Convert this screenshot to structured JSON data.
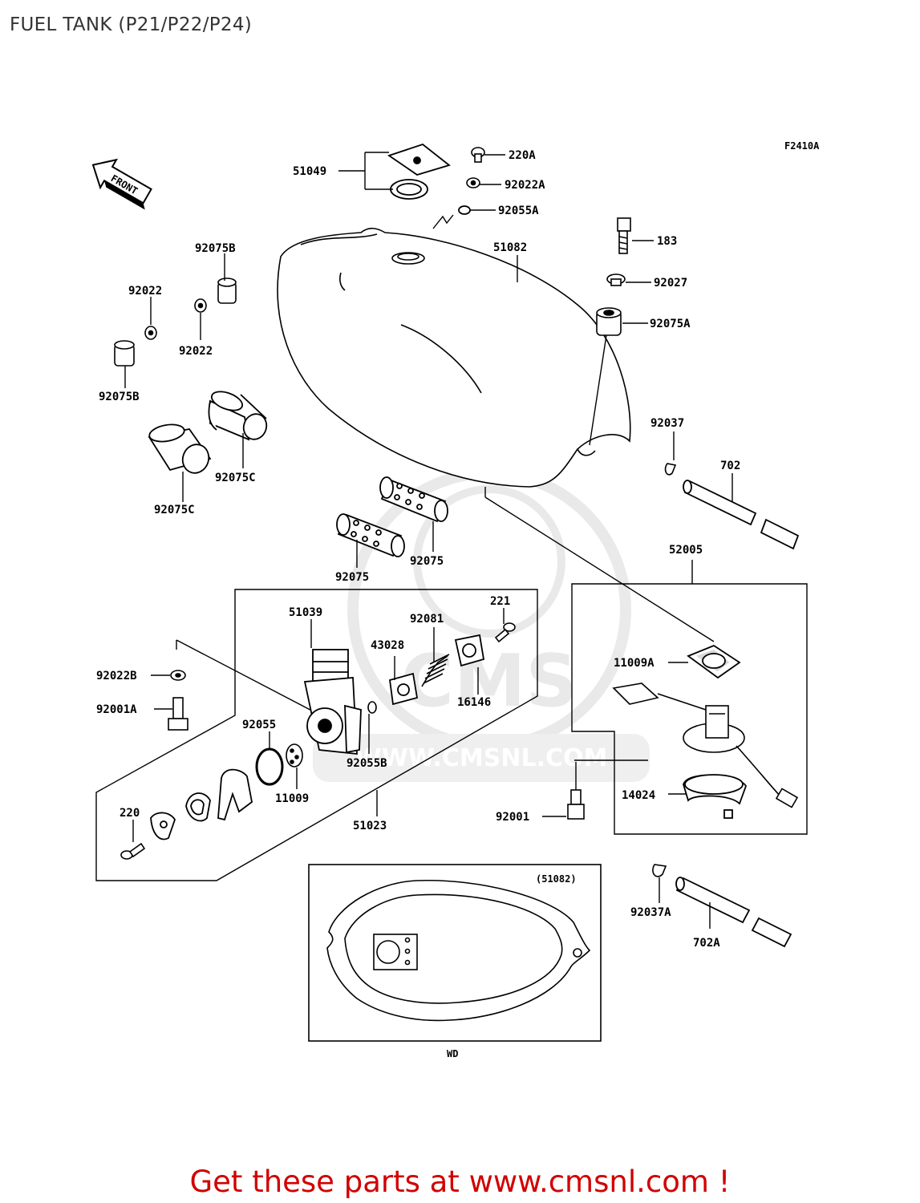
{
  "title": "FUEL TANK (P21/P22/P24)",
  "figure_code": "F2410A",
  "front_label": "FRONT",
  "watermark": "WWW.CMSNL.COM",
  "inset_ref": "(51082)",
  "inset_caption": "WD",
  "promo": "Get these parts at www.cmsnl.com !",
  "parts": {
    "p51049": "51049",
    "p220A": "220A",
    "p92022A": "92022A",
    "p92055A": "92055A",
    "p51082": "51082",
    "p183": "183",
    "p92027": "92027",
    "p92075A": "92075A",
    "p92075B_top": "92075B",
    "p92022_l": "92022",
    "p92022_r": "92022",
    "p92075B_low": "92075B",
    "p92075C_r": "92075C",
    "p92075C_l": "92075C",
    "p92075_r": "92075",
    "p92075_l": "92075",
    "p92037": "92037",
    "p702": "702",
    "p52005": "52005",
    "p11009A": "11009A",
    "p14024": "14024",
    "p92001": "92001",
    "p51039": "51039",
    "p92081": "92081",
    "p221": "221",
    "p43028": "43028",
    "p16146": "16146",
    "p92022B": "92022B",
    "p92001A": "92001A",
    "p92055": "92055",
    "p92055B": "92055B",
    "p11009": "11009",
    "p51023": "51023",
    "p220": "220",
    "p92037A": "92037A",
    "p702A": "702A"
  }
}
